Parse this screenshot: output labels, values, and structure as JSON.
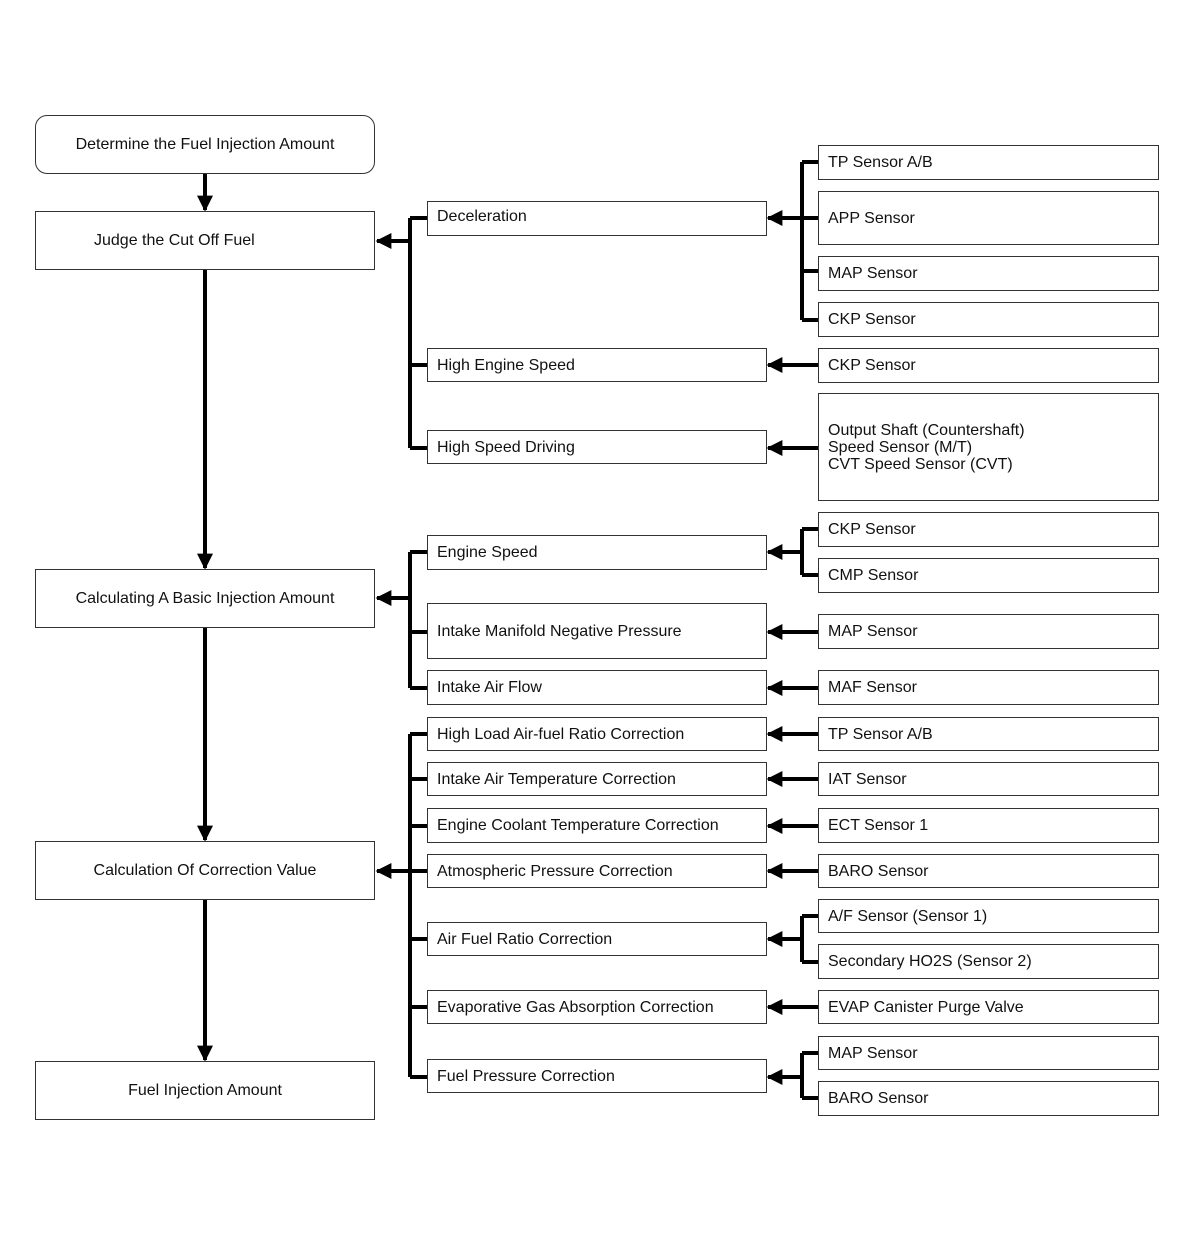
{
  "main_flow": {
    "determine": "Determine the Fuel Injection Amount",
    "judge_cut_off": "Judge the Cut Off Fuel",
    "basic_amount": "Calculating A Basic Injection Amount",
    "correction_value": "Calculation Of Correction Value",
    "fuel_amount": "Fuel Injection Amount"
  },
  "judge_cut_off": {
    "deceleration": {
      "label": "Deceleration",
      "sensors": [
        "TP Sensor A/B",
        "APP Sensor",
        "MAP Sensor",
        "CKP Sensor"
      ]
    },
    "high_engine_speed": {
      "label": "High Engine Speed",
      "sensors": [
        "CKP Sensor"
      ]
    },
    "high_speed_driving": {
      "label": "High Speed Driving",
      "sensor_lines": [
        "Output Shaft (Countershaft)",
        "Speed Sensor (M/T)",
        "CVT Speed Sensor (CVT)"
      ]
    }
  },
  "basic_amount": {
    "engine_speed": {
      "label": "Engine Speed",
      "sensors": [
        "CKP Sensor",
        "CMP Sensor"
      ]
    },
    "intake_manifold": {
      "label": "Intake Manifold Negative Pressure",
      "sensors": [
        "MAP Sensor"
      ]
    },
    "intake_air_flow": {
      "label": "Intake Air Flow",
      "sensors": [
        "MAF Sensor"
      ]
    }
  },
  "corrections": {
    "high_load": {
      "label": "High Load Air-fuel Ratio Correction",
      "sensors": [
        "TP Sensor A/B"
      ]
    },
    "intake_air_temp": {
      "label": "Intake Air Temperature Correction",
      "sensors": [
        "IAT Sensor"
      ]
    },
    "coolant_temp": {
      "label": "Engine Coolant Temperature Correction",
      "sensors": [
        "ECT Sensor 1"
      ]
    },
    "atmospheric": {
      "label": "Atmospheric Pressure Correction",
      "sensors": [
        "BARO Sensor"
      ]
    },
    "air_fuel_ratio": {
      "label": "Air Fuel Ratio Correction",
      "sensors": [
        "A/F Sensor (Sensor 1)",
        "Secondary HO2S (Sensor 2)"
      ]
    },
    "evaporative": {
      "label": "Evaporative Gas Absorption Correction",
      "sensors": [
        "EVAP Canister Purge Valve"
      ]
    },
    "fuel_pressure": {
      "label": "Fuel Pressure Correction",
      "sensors": [
        "MAP Sensor",
        "BARO Sensor"
      ]
    }
  }
}
